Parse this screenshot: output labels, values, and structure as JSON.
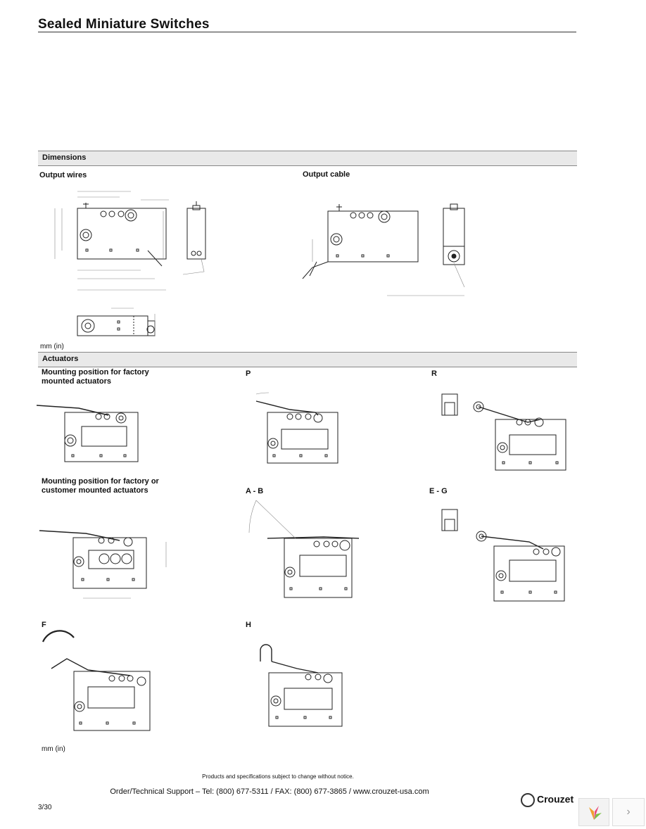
{
  "header": {
    "title": "Sealed Miniature Switches"
  },
  "sections": {
    "dimensions": "Dimensions",
    "actuators": "Actuators"
  },
  "dimensions": {
    "output_wires": "Output wires",
    "output_cable": "Output cable",
    "units": "mm (in)"
  },
  "actuators": {
    "factory_line1": "Mounting position for factory",
    "factory_line2": "mounted actuators",
    "customer_line1": "Mounting position for factory or",
    "customer_line2": "customer mounted actuators",
    "p": "P",
    "r": "R",
    "ab": "A -  B",
    "eg": "E - G",
    "f": "F",
    "h": "H",
    "units": "mm (in)"
  },
  "footer": {
    "note": "Products and specifications subject to change without notice.",
    "support": "Order/Technical Support – Tel: (800) 677-5311 / FAX: (800) 677-3865 / www.crouzet-usa.com",
    "page": "3/30",
    "brand": "Crouzet"
  },
  "icons": {
    "logo": "crouzet-logo-icon",
    "next": "chevron-right-icon"
  }
}
